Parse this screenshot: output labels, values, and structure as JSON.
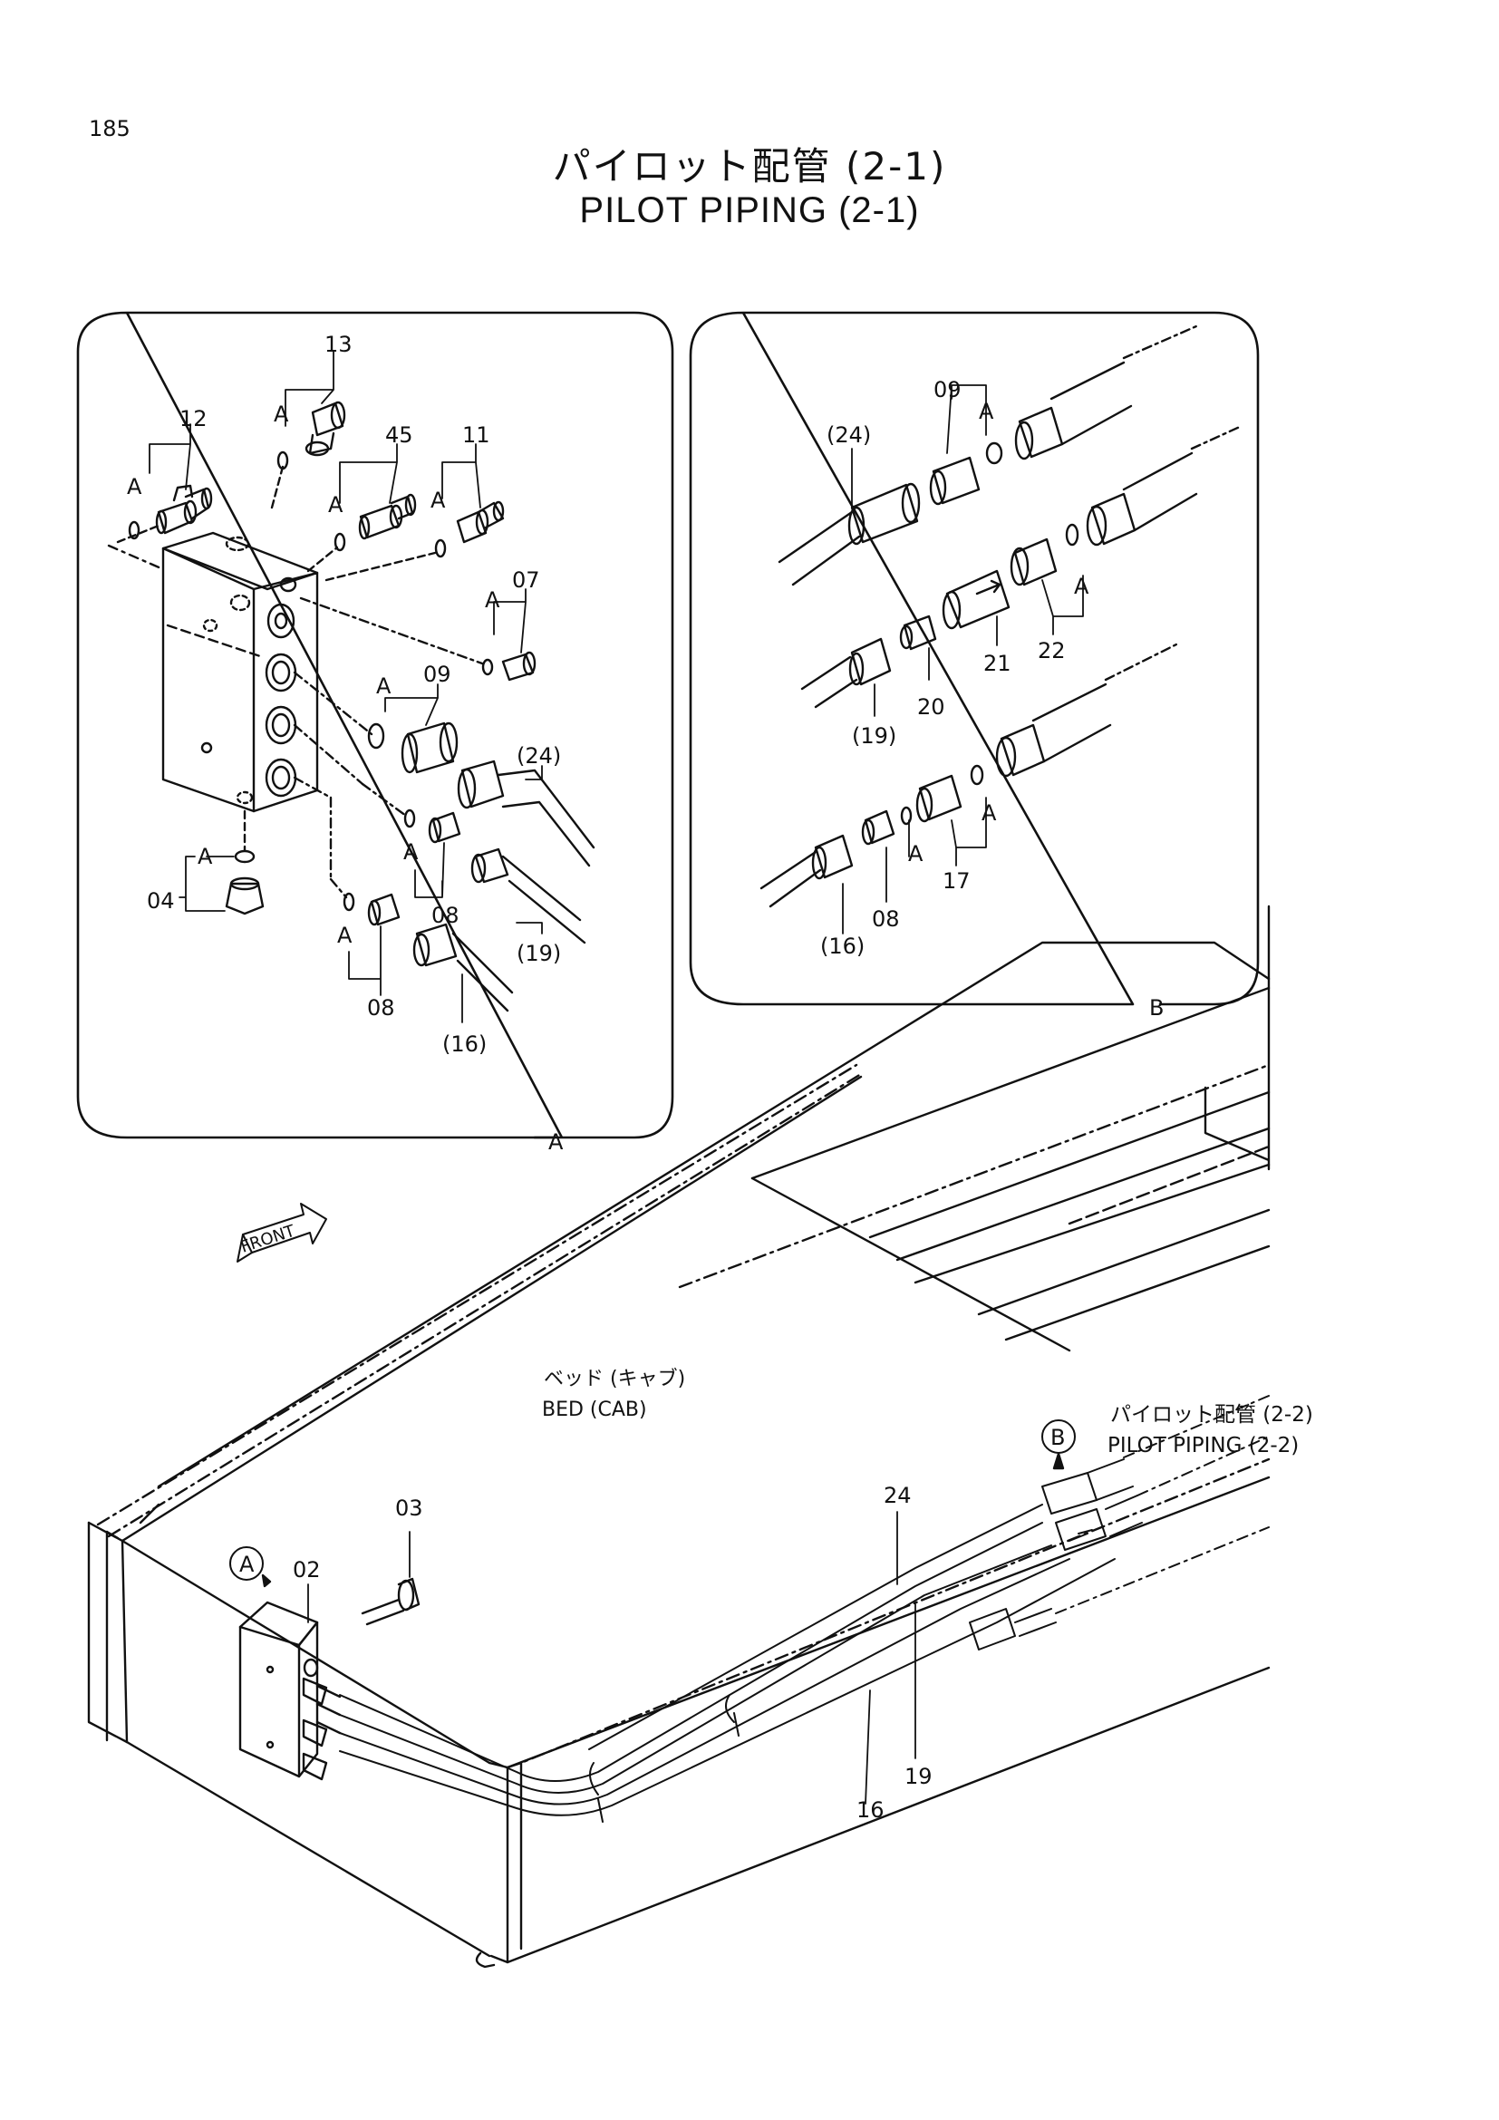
{
  "page": {
    "number": "185"
  },
  "title": {
    "jp": "パイロット配管 (2-1)",
    "en": "PILOT PIPING (2-1)"
  },
  "panel_a": {
    "view_label": "A",
    "parts": {
      "p12": "12",
      "p13": "13",
      "p45": "45",
      "p11": "11",
      "p07": "07",
      "p09": "09",
      "p24": "(24)",
      "p08a": "08",
      "p19": "(19)",
      "p08b": "08",
      "p16": "(16)",
      "p04": "04"
    },
    "oring_label": "A"
  },
  "panel_b": {
    "view_label": "B",
    "parts": {
      "p09": "09",
      "p24": "(24)",
      "p22": "22",
      "p21": "21",
      "p20": "20",
      "p19": "(19)",
      "p17": "17",
      "p08": "08",
      "p16": "(16)"
    },
    "oring_label": "A"
  },
  "main": {
    "front_label": "FRONT",
    "bed_jp": "ベッド (キャブ)",
    "bed_en": "BED (CAB)",
    "ref_jp": "パイロット配管 (2-2)",
    "ref_en": "PILOT PIPING (2-2)",
    "callout_a": "A",
    "callout_b": "B",
    "parts": {
      "p03": "03",
      "p02": "02",
      "p24": "24",
      "p19": "19",
      "p16": "16"
    }
  }
}
